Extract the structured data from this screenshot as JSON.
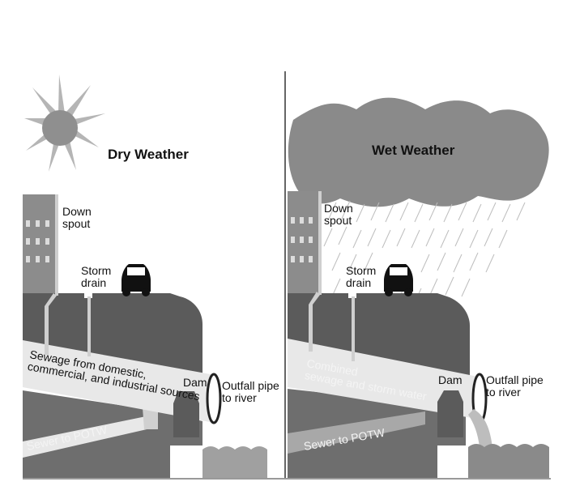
{
  "dry_panel": {
    "title": "Dry Weather",
    "downspout": [
      "Down",
      "spout"
    ],
    "storm_drain": [
      "Storm",
      "drain"
    ],
    "sewage": [
      "Sewage from domestic,",
      "commercial, and industrial sources"
    ],
    "dam": "Dam",
    "outfall": [
      "Outfall pipe",
      "to river"
    ],
    "sewer_to_potw": "Sewer to POTW"
  },
  "wet_panel": {
    "title": "Wet Weather",
    "downspout": [
      "Down",
      "spout"
    ],
    "storm_drain": [
      "Storm",
      "drain"
    ],
    "sewage": [
      "Combined",
      "sewage and storm water"
    ],
    "dam": "Dam",
    "outfall": [
      "Outfall pipe",
      "to river"
    ],
    "sewer_to_potw": "Sewer to POTW"
  },
  "colors": {
    "ground": "#5b5b5b",
    "building": "#8c8c8c",
    "pipe": "#e8e8e8",
    "lower_ground": "#7a7a7a",
    "water": "#9a9a9a",
    "cloud": "#8a8a8a",
    "sun": "#9a9a9a"
  }
}
